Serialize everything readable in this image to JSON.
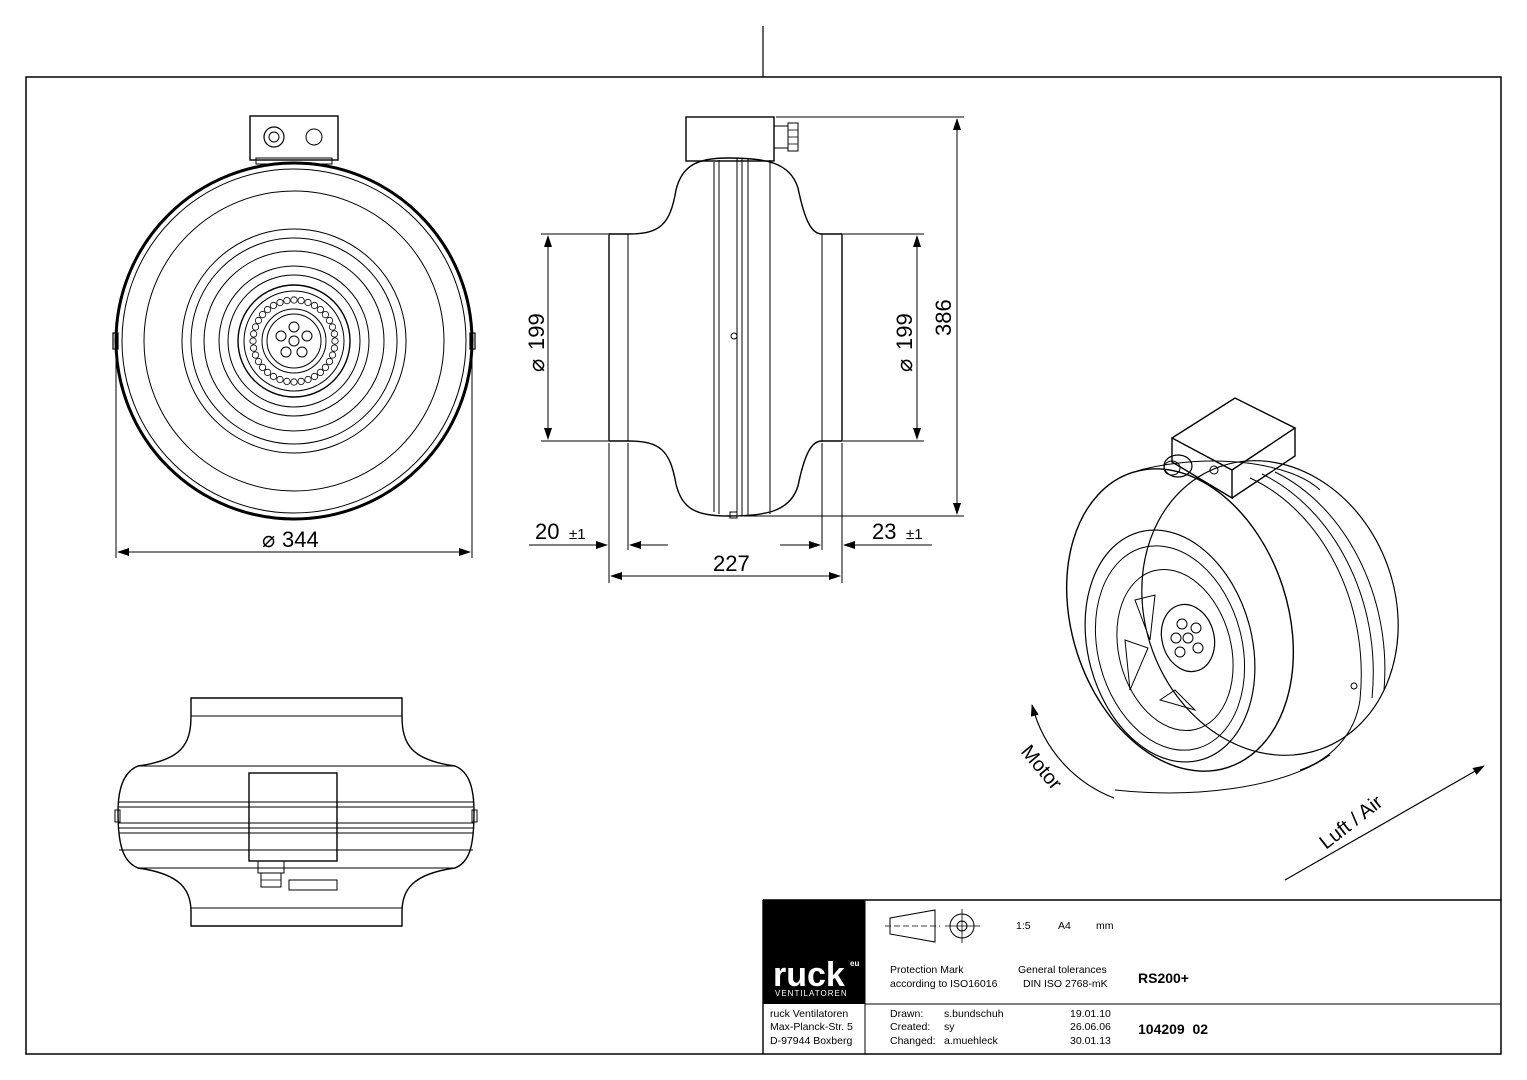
{
  "dimensions": {
    "diameter_symbol": "⌀",
    "front_diameter": "344",
    "inlet_diameter_left": "199",
    "inlet_diameter_right": "199",
    "height": "386",
    "length": "227",
    "left_collar": "20",
    "left_collar_tol": "±1",
    "right_collar": "23",
    "right_collar_tol": "±1"
  },
  "labels": {
    "motor": "Motor",
    "air": "Luft / Air"
  },
  "title_block": {
    "logo_text": "ruck",
    "logo_suffix": "eu",
    "logo_sub": "VENTILATOREN",
    "company_line1": "ruck Ventilatoren",
    "company_line2": "Max-Planck-Str. 5",
    "company_line3": "D-97944 Boxberg",
    "scale": "1:5",
    "paper": "A4",
    "unit": "mm",
    "protection_line1": "Protection Mark",
    "protection_line2": "according to ISO16016",
    "tolerance_line1": "General tolerances",
    "tolerance_line2": "DIN ISO 2768-mK",
    "product": "RS200+",
    "drawn_label": "Drawn:",
    "drawn_by": "s.bundschuh",
    "drawn_date": "19.01.10",
    "created_label": "Created:",
    "created_by": "sy",
    "created_date": "26.06.06",
    "changed_label": "Changed:",
    "changed_by": "a.muehleck",
    "changed_date": "30.01.13",
    "doc_number": "104209  02"
  }
}
